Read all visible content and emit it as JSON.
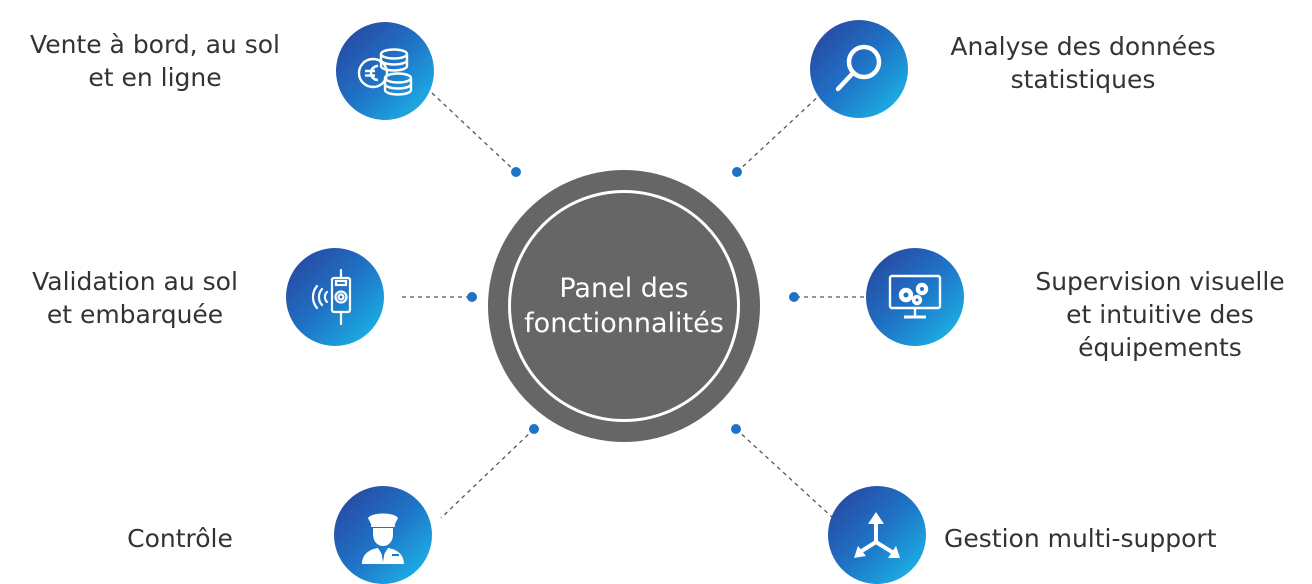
{
  "hub": {
    "line1": "Panel des",
    "line2": "fonctionnalités"
  },
  "colors": {
    "hub": "#666666",
    "accent_dark": "#2a3f9a",
    "accent_light": "#1bc0ec",
    "dot": "#1f73c6",
    "text": "#333333"
  },
  "features": [
    {
      "icon": "euro-coins-icon",
      "line1": "Vente à bord, au sol",
      "line2": "et en ligne"
    },
    {
      "icon": "magnifier-icon",
      "line1": "Analyse des données",
      "line2": "statistiques"
    },
    {
      "icon": "validator-nfc-icon",
      "line1": "Validation au sol",
      "line2": "et embarquée"
    },
    {
      "icon": "monitor-gears-icon",
      "line1": "Supervision visuelle",
      "line2": "et intuitive des",
      "line3": "équipements"
    },
    {
      "icon": "controller-officer-icon",
      "line1": "Contrôle"
    },
    {
      "icon": "multi-direction-arrows-icon",
      "line1": "Gestion multi-support"
    }
  ]
}
